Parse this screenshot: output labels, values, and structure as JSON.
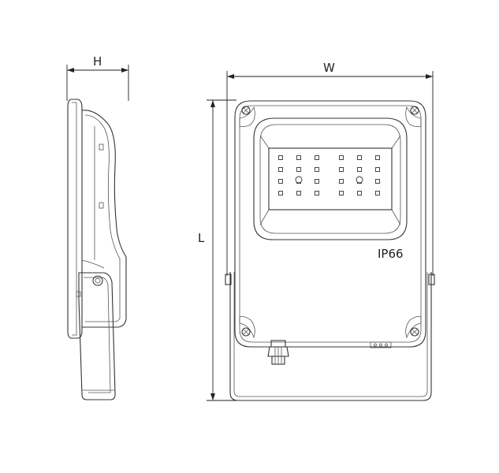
{
  "dimensions": {
    "height_label": "H",
    "width_label": "W",
    "length_label": "L"
  },
  "front_view": {
    "rating_label": "IP66"
  },
  "icons": [
    "screw-icon",
    "cable-gland-icon",
    "led-chip-icon"
  ]
}
